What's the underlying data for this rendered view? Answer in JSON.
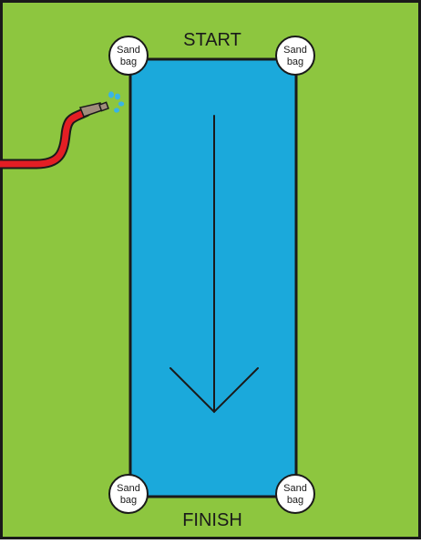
{
  "labels": {
    "start": "START",
    "finish": "FINISH",
    "sandbag_line1": "Sand",
    "sandbag_line2": "bag"
  },
  "colors": {
    "lawn": "#8dc63f",
    "slide": "#1ba9db",
    "hose": "#e31e24",
    "nozzle": "#a08d7c",
    "spray": "#39b4e6",
    "outline": "#1a1a1a",
    "sandbag_fill": "#ffffff"
  },
  "icons": {
    "hose": "garden-hose-icon",
    "spray": "water-spray-icon",
    "arrow": "down-arrow-icon"
  }
}
